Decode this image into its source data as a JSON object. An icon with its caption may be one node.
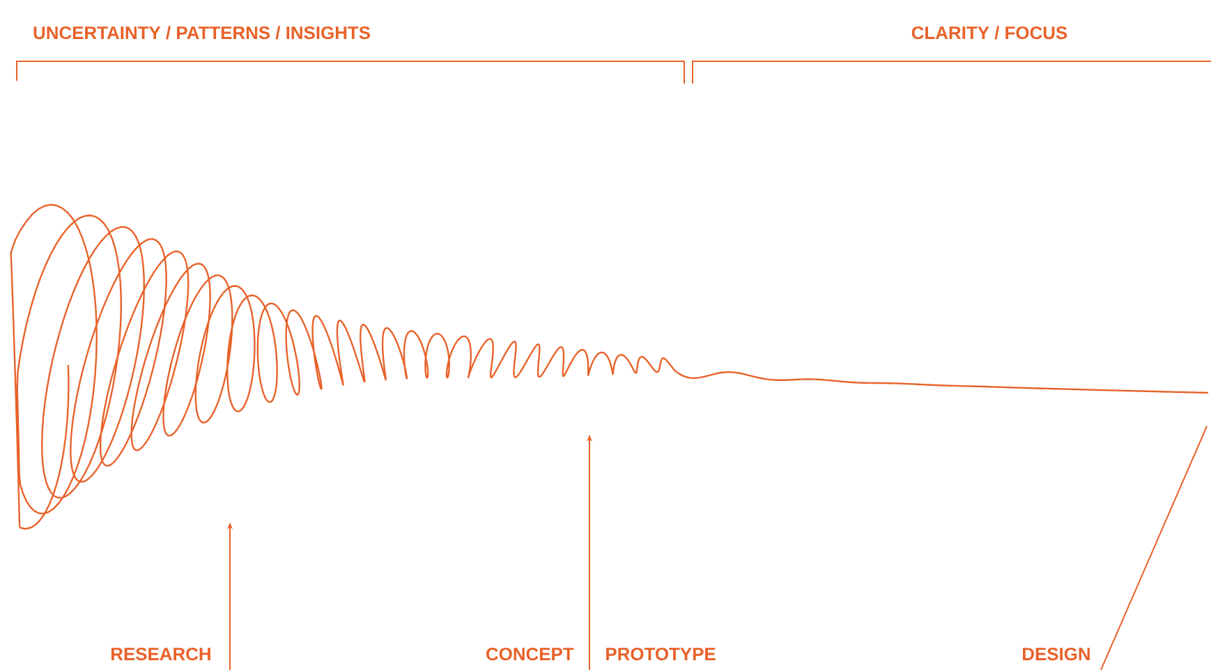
{
  "diagram": {
    "nodes": [
      {
        "text": [
          "RESEARCH"
        ]
      },
      {
        "text": [
          "CONCEPT"
        ]
      },
      {
        "text": [
          "PROTOTYPE"
        ]
      },
      {
        "text": [
          "DESIGN"
        ]
      }
    ],
    "edges": [
      {
        "from": 0,
        "to": null,
        "arrow": "to"
      },
      {
        "from": 1,
        "to": null,
        "arrow": "to"
      },
      {
        "from": 2,
        "to": null,
        "arrow": "to"
      },
      {
        "from": 3,
        "to": null,
        "arrow": "none"
      }
    ],
    "labels": [
      "UNCERTAINTY / PATTERNS / INSIGHTS",
      "CLARITY / FOCUS"
    ]
  }
}
